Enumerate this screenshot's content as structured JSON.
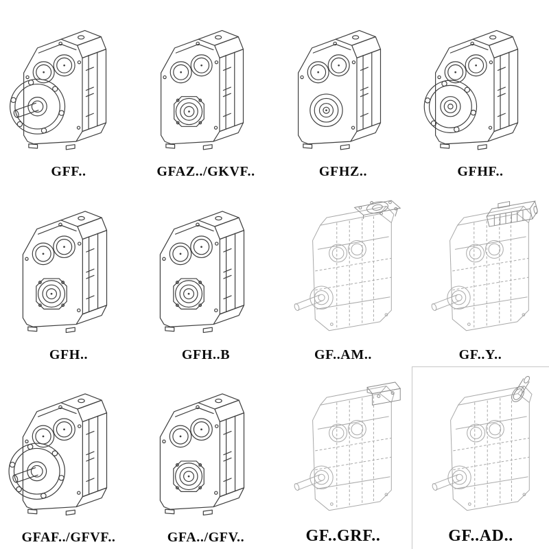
{
  "page": {
    "background": "#ffffff",
    "colors": {
      "line_dark": "#3d3d3d",
      "line_light": "#a9a9a9",
      "label": "#0a0a0a"
    }
  },
  "grid": {
    "items": [
      {
        "label": "GFF..",
        "drawing": "gear-reducer-flange-output-shaft"
      },
      {
        "label": "GFAZ../GKVF..",
        "drawing": "gear-reducer-hollow-shaft-octagon-boss"
      },
      {
        "label": "GFHZ..",
        "drawing": "gear-reducer-hollow-shaft-bore"
      },
      {
        "label": "GFHF..",
        "drawing": "gear-reducer-flange-face-mounted"
      },
      {
        "label": "GFH..",
        "drawing": "gear-reducer-hollow-shaft-octagon-boss"
      },
      {
        "label": "GFH..B",
        "drawing": "gear-reducer-hollow-shaft-octagon-boss"
      },
      {
        "label": "GF..AM..",
        "drawing": "gear-reducer-phantom-with-input-flange-plate"
      },
      {
        "label": "GF..Y..",
        "drawing": "gear-reducer-phantom-with-motor"
      },
      {
        "label": "GFAF../GFVF..",
        "drawing": "gear-reducer-flange-output-shaft"
      },
      {
        "label": "GFA../GFV..",
        "drawing": "gear-reducer-hollow-shaft-octagon-boss"
      },
      {
        "label": "GF..GRF..",
        "drawing": "gear-reducer-phantom-with-input-adapter"
      },
      {
        "label": "GF..AD..",
        "drawing": "gear-reducer-phantom-with-input-shaft"
      }
    ]
  }
}
